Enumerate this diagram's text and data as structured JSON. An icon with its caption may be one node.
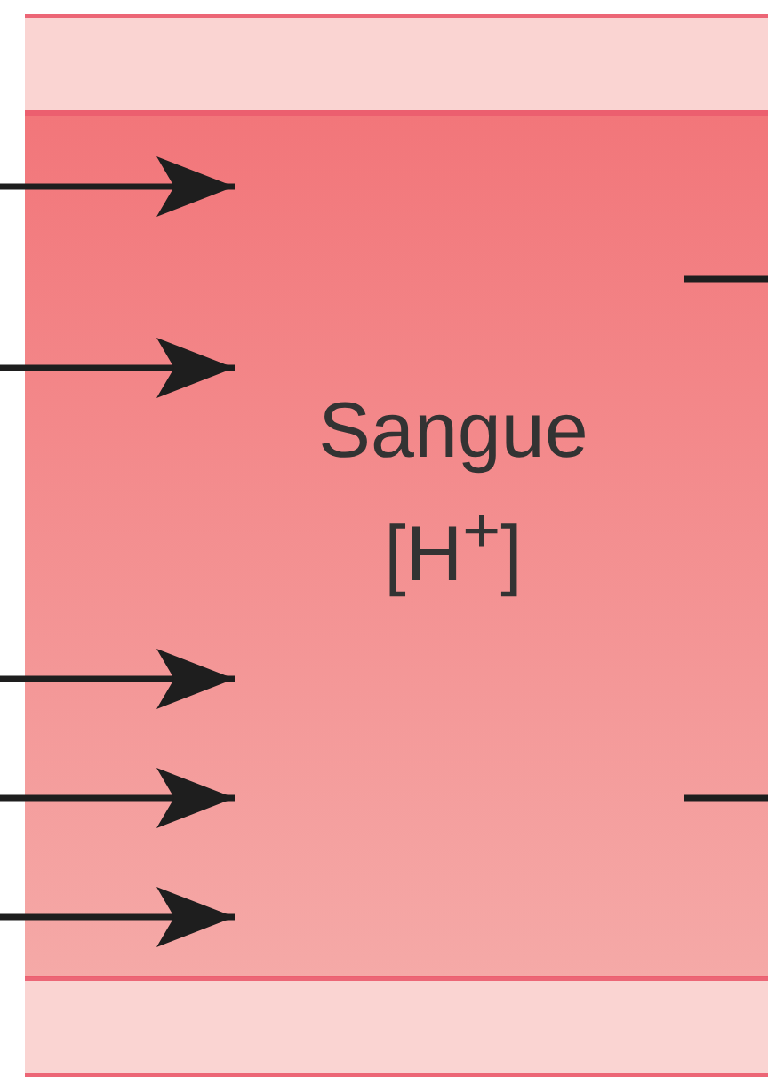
{
  "diagram": {
    "nodes": [
      {
        "text": [],
        "shape": "bar"
      },
      {
        "text": [
          "Sangue [H$^{+}$]"
        ]
      },
      {
        "text": [],
        "shape": "bar"
      }
    ],
    "edges": [
      {
        "from": null,
        "to": 1,
        "arrow": "to"
      },
      {
        "from": null,
        "to": 1,
        "arrow": "to"
      },
      {
        "from": null,
        "to": 1,
        "arrow": "to"
      },
      {
        "from": null,
        "to": 1,
        "arrow": "to"
      },
      {
        "from": null,
        "to": 1,
        "arrow": "to"
      },
      {
        "from": 1,
        "to": null,
        "arrow": "none"
      },
      {
        "from": 1,
        "to": null,
        "arrow": "none"
      }
    ]
  }
}
